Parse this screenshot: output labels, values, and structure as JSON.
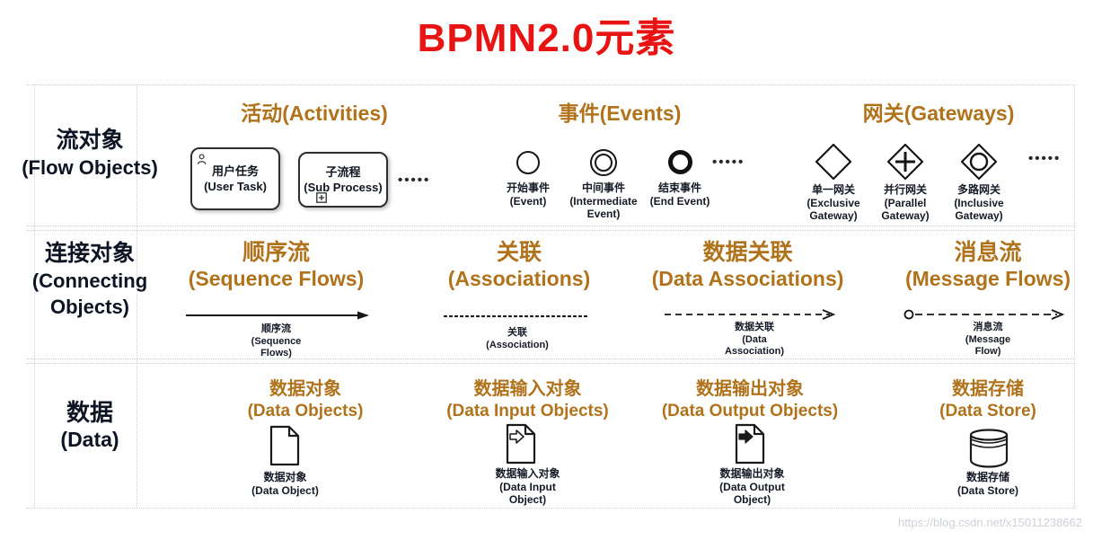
{
  "title": "BPMN2.0元素",
  "watermark": "https://blog.csdn.net/x15011238662",
  "ellipsis": "•••••",
  "colors": {
    "title": "#e81313",
    "header": "#b0731c",
    "text": "#141a26"
  },
  "rows": {
    "flow": {
      "label1": "流对象",
      "label2": "(Flow Objects)",
      "activities": {
        "header": "活动(Activities)",
        "user_task": {
          "zh": "用户任务",
          "en": "(User Task)"
        },
        "sub_process": {
          "zh": "子流程",
          "en": "(Sub Process)"
        }
      },
      "events": {
        "header": "事件(Events)",
        "start": {
          "zh": "开始事件",
          "en": "(Event)"
        },
        "intermediate": {
          "zh": "中间事件",
          "en1": "(Intermediate",
          "en2": "Event)"
        },
        "end": {
          "zh": "结束事件",
          "en": "(End Event)"
        }
      },
      "gateways": {
        "header": "网关(Gateways)",
        "exclusive": {
          "zh": "单一网关",
          "en1": "(Exclusive",
          "en2": "Gateway)"
        },
        "parallel": {
          "zh": "并行网关",
          "en1": "(Parallel",
          "en2": "Gateway)"
        },
        "inclusive": {
          "zh": "多路网关",
          "en1": "(Inclusive",
          "en2": "Gateway)"
        }
      }
    },
    "connecting": {
      "label1": "连接对象",
      "label2": "(Connecting",
      "label3": "Objects)",
      "sequence": {
        "h1": "顺序流",
        "h2": "(Sequence Flows)",
        "l1": "顺序流",
        "l2": "(Sequence",
        "l3": "Flows)"
      },
      "association": {
        "h1": "关联",
        "h2": "(Associations)",
        "l1": "关联",
        "l2": "(Association)"
      },
      "data_assoc": {
        "h1": "数据关联",
        "h2": "(Data Associations)",
        "l1": "数据关联",
        "l2": "(Data",
        "l3": "Association)"
      },
      "message": {
        "h1": "消息流",
        "h2": "(Message Flows)",
        "l1": "消息流",
        "l2": "(Message",
        "l3": "Flow)"
      }
    },
    "data": {
      "label1": "数据",
      "label2": "(Data)",
      "object": {
        "h1": "数据对象",
        "h2": "(Data Objects)",
        "l1": "数据对象",
        "l2": "(Data Object)"
      },
      "input": {
        "h1": "数据输入对象",
        "h2": "(Data Input Objects)",
        "l1": "数据输入对象",
        "l2": "(Data Input",
        "l3": "Object)"
      },
      "output": {
        "h1": "数据输出对象",
        "h2": "(Data Output Objects)",
        "l1": "数据输出对象",
        "l2": "(Data Output",
        "l3": "Object)"
      },
      "store": {
        "h1": "数据存储",
        "h2": "(Data Store)",
        "l1": "数据存储",
        "l2": "(Data Store)"
      }
    }
  }
}
